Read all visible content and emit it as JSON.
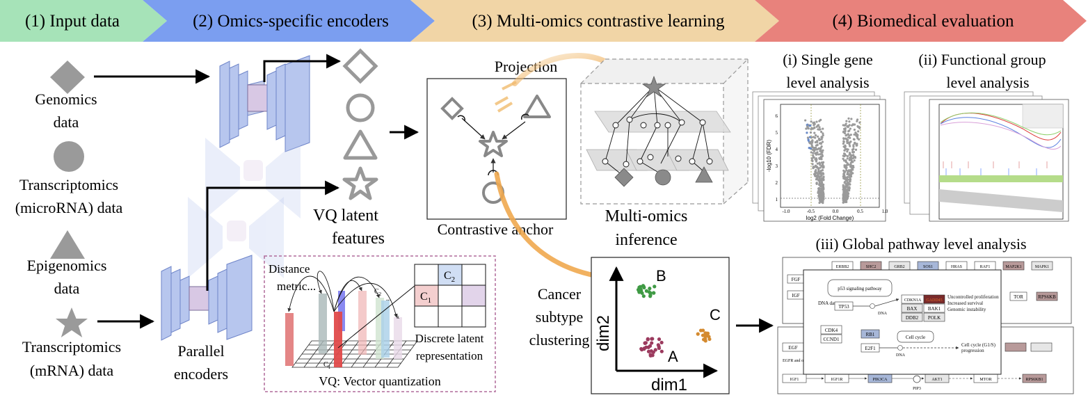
{
  "stages": [
    {
      "label": "(1) Input data",
      "color": "#a6e3b8"
    },
    {
      "label": "(2) Omics-specific encoders",
      "color": "#7b9ef0"
    },
    {
      "label": "(3) Multi-omics contrastive learning",
      "color": "#f1d5a6"
    },
    {
      "label": "(4) Biomedical evaluation",
      "color": "#e8827c"
    }
  ],
  "inputs": [
    {
      "icon": "diamond",
      "line1": "Genomics",
      "line2": "data"
    },
    {
      "icon": "circle",
      "line1": "Transcriptomics",
      "line2": "(microRNA) data"
    },
    {
      "icon": "triangle",
      "line1": "Epigenomics",
      "line2": "data"
    },
    {
      "icon": "star",
      "line1": "Transcriptomics",
      "line2": "(mRNA) data"
    }
  ],
  "encoders": {
    "parallel_line1": "Parallel",
    "parallel_line2": "encoders",
    "vq_line1": "VQ latent",
    "vq_line2": "features"
  },
  "vq_box": {
    "distance_line1": "Distance",
    "distance_line2": "metric",
    "caption": "VQ: Vector quantization",
    "discrete_line1": "Discrete latent",
    "discrete_line2": "representation",
    "cell_c1": "C",
    "cell_c1_sub": "1",
    "cell_c2": "C",
    "cell_c2_sub": "2",
    "axis_c1": "C",
    "axis_c1_sub": "1",
    "axis_c2": "C",
    "axis_c2_sub": "2"
  },
  "contrastive": {
    "projection": "Projection",
    "anchor_label": "Contrastive anchor",
    "inference_line1": "Multi-omics",
    "inference_line2": "inference"
  },
  "clustering": {
    "label_line1": "Cancer",
    "label_line2": "subtype",
    "label_line3": "clustering",
    "x_axis": "dim1",
    "y_axis": "dim2",
    "cluster_a": "A",
    "cluster_b": "B",
    "cluster_c": "C",
    "color_a": "#9b3a5e",
    "color_b": "#3f9a44",
    "color_c": "#d48a2f"
  },
  "evaluation": {
    "single_line1": "(i) Single gene",
    "single_line2": "level analysis",
    "functional_line1": "(ii) Functional group",
    "functional_line2": "level analysis",
    "global": "(iii) Global pathway level analysis"
  },
  "volcano": {
    "ylabel": "-log10 (FDR)",
    "xlabel": "log2 (Fold Change)",
    "yticks": [
      "6",
      "5",
      "4",
      "3",
      "2",
      "1"
    ],
    "xticks": [
      "-1.0",
      "-0.5",
      "0.0",
      "0.5",
      "1.0"
    ]
  },
  "pathway": {
    "top_nodes": [
      "ERBB2",
      "SHC2",
      "GRB2",
      "SOS1",
      "HRAS",
      "RAF1",
      "MAP2K1",
      "MAPK1"
    ],
    "fgf": "FGF",
    "igf": "IGF",
    "p53_title": "p53 signaling pathway",
    "dna_damage": "DNA damage",
    "tp53": "TP53",
    "dna": "DNA",
    "cdkn1a": "CDKN1A",
    "gadd45": "GADD45",
    "bax": "BAX",
    "bak1": "BAK1",
    "ddb2": "DDB2",
    "polk": "POLK",
    "outcome": "Uncontrolled proliferation Increased survival Genomic instability",
    "cdk4": "CDK4",
    "ccnd1": "CCND1",
    "rb1": "RB1",
    "e2f1": "E2F1",
    "cell_cycle": "Cell cycle",
    "g1s": "Cell cycle (G1/S) progression",
    "mtor_side": "TOR",
    "rps6kb": "RPS6KB",
    "egf": "EGF",
    "egf_text": "EGFR and other receptors",
    "bottom_nodes": [
      "IGF1",
      "IGF1R",
      "PIK3CA",
      "AKT1",
      "MTOR",
      "RPS6KB1"
    ],
    "pip3": "PIP3"
  }
}
